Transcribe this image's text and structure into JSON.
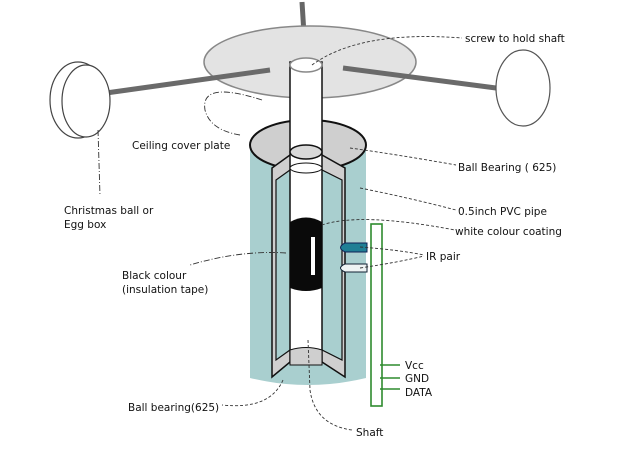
{
  "labels": {
    "screw": "screw to hold shaft",
    "ceiling": "Ceiling cover plate",
    "bearing_top": "Ball Bearing ( 625)",
    "pvc": "0.5inch PVC pipe",
    "coating": "white colour coating",
    "ir": "IR pair",
    "christmas_1": "Christmas ball or",
    "christmas_2": "Egg box",
    "black_1": "Black colour",
    "black_2": "(insulation tape)",
    "vcc": "Vcc",
    "gnd": "GND",
    "data": "DATA",
    "bearing_bottom": "Ball bearing(625)",
    "shaft": "Shaft"
  },
  "colors": {
    "pipe": "#a9cfcf",
    "plate": "#e0e0e0",
    "bearing": "#cfcfcf",
    "pcb": "#2e8b2e",
    "ir_led": "#1f7f95",
    "arm": "#6a6a6a"
  }
}
